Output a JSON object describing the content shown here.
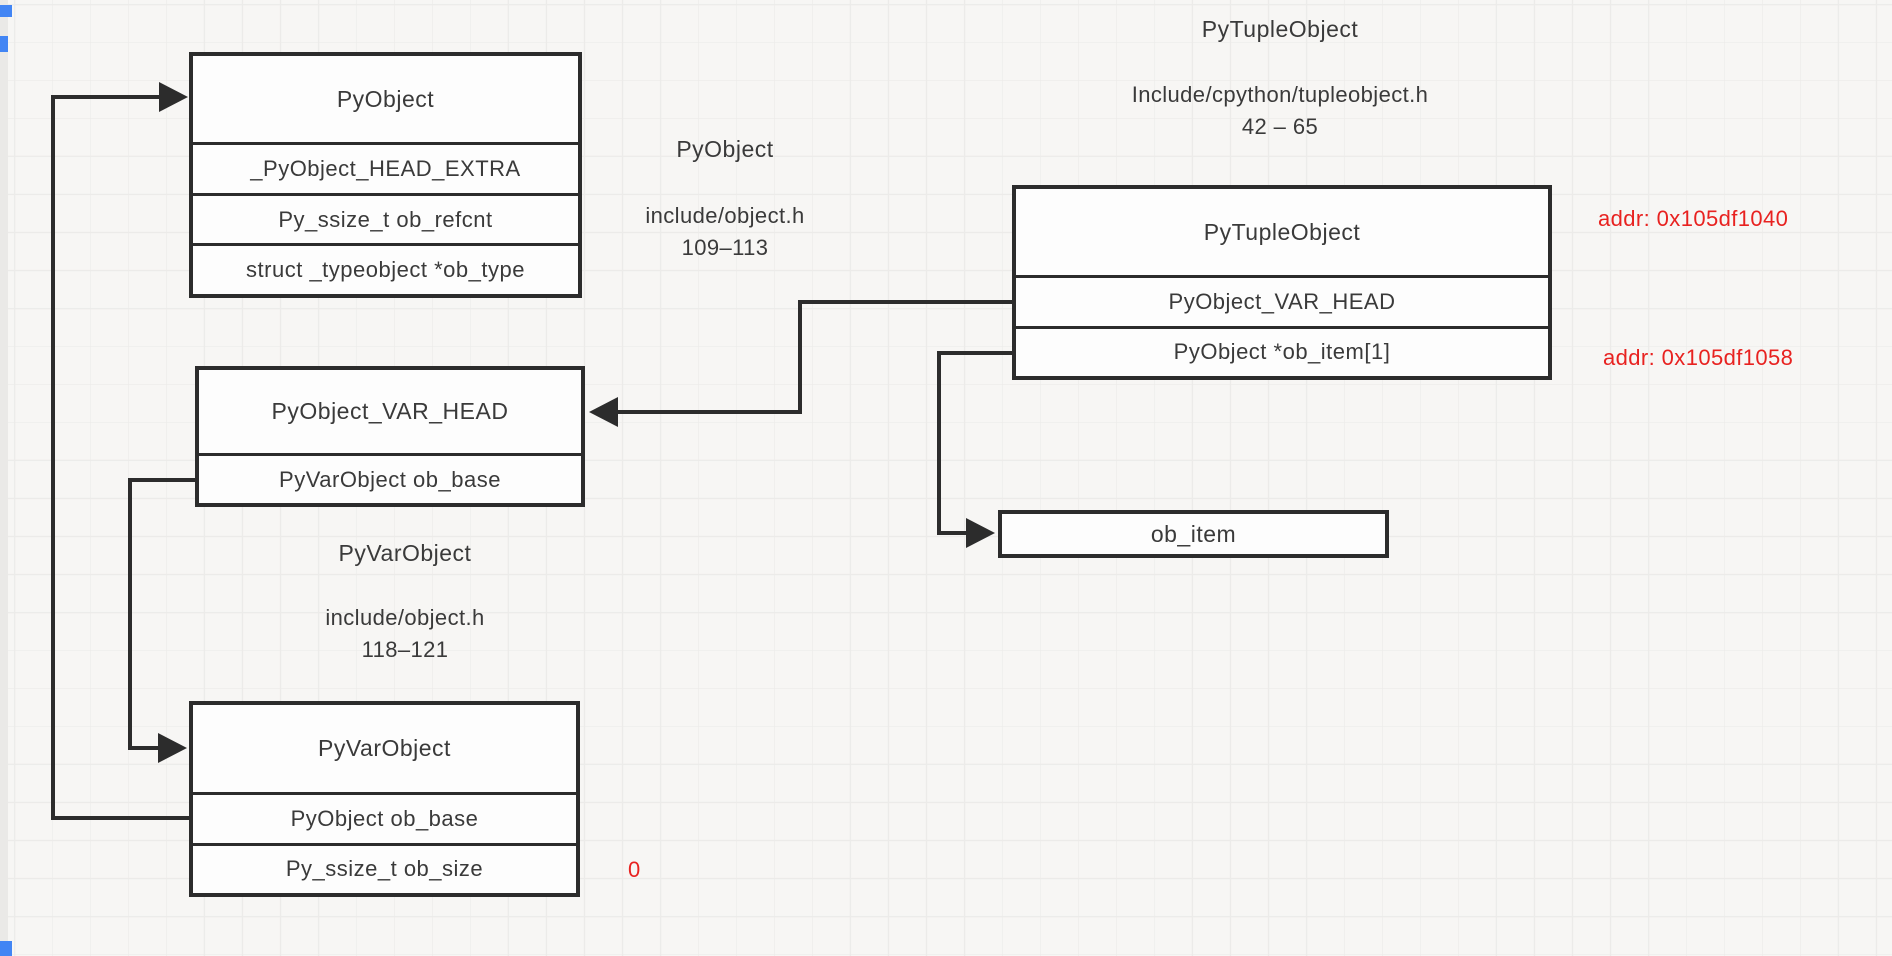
{
  "diagram": {
    "boxes": {
      "py_object": {
        "title": "PyObject",
        "rows": [
          "_PyObject_HEAD_EXTRA",
          "Py_ssize_t ob_refcnt",
          "struct _typeobject *ob_type"
        ]
      },
      "py_object_var_head": {
        "title": "PyObject_VAR_HEAD",
        "rows": [
          "PyVarObject ob_base"
        ]
      },
      "py_var_object": {
        "title": "PyVarObject",
        "rows": [
          "PyObject ob_base",
          "Py_ssize_t ob_size"
        ]
      },
      "py_tuple_object": {
        "title": "PyTupleObject",
        "rows": [
          "PyObject_VAR_HEAD",
          "PyObject *ob_item[1]"
        ]
      },
      "ob_item": {
        "title": "ob_item"
      }
    },
    "labels": {
      "pyobject_section": {
        "name": "PyObject",
        "file": "include/object.h",
        "lines": "109–113"
      },
      "pyvarobject_section": {
        "name": "PyVarObject",
        "file": "include/object.h",
        "lines": "118–121"
      },
      "pytupleobject_section": {
        "name": "PyTupleObject",
        "file": "Include/cpython/tupleobject.h",
        "lines": "42 – 65"
      }
    },
    "annotations": {
      "addr_tuple": "addr: 0x105df1040",
      "addr_ob_item": "addr: 0x105df1058",
      "ob_size_value": "0",
      "annotation_color": "#e82220"
    },
    "colors": {
      "stroke": "#2c2c2c",
      "background": "#f7f6f4",
      "selection_handle": "#4285f4"
    }
  }
}
